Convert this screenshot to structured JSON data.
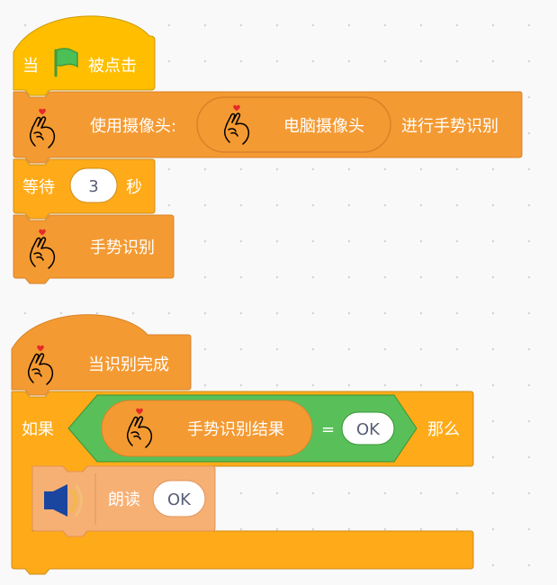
{
  "script1": {
    "hat_when": "当",
    "hat_clicked": "被点击",
    "camera_label": "使用摄像头:",
    "camera_value": "电脑摄像头",
    "camera_suffix": "进行手势识别",
    "wait_label": "等待",
    "wait_value": "3",
    "wait_unit": "秒",
    "recognize_label": "手势识别"
  },
  "script2": {
    "hat_label": "当识别完成",
    "if_label": "如果",
    "reporter_label": "手势识别结果",
    "equals": "=",
    "compare_value": "OK",
    "then_label": "那么",
    "speak_label": "朗读",
    "speak_value": "OK"
  },
  "colors": {
    "events": "#ffbf00",
    "extension": "#f49a32",
    "control": "#ffab19",
    "operators": "#59c059",
    "tts": "#f7b074",
    "speaker": "#1b46a0"
  },
  "icons": [
    "green-flag-icon",
    "finger-heart-icon",
    "speaker-icon"
  ]
}
